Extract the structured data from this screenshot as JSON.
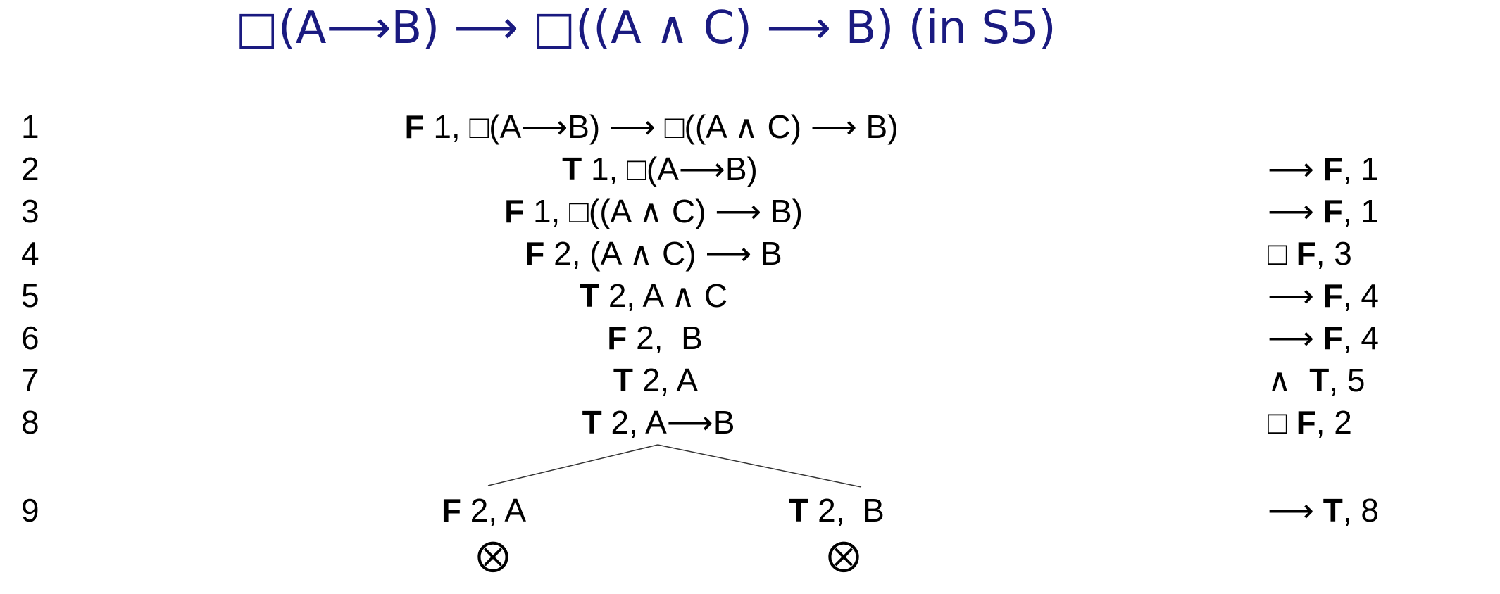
{
  "title": "□(A⟶B) ⟶ □((A ∧ C) ⟶ B) (in S5)",
  "rows": [
    {
      "num": "1",
      "sign": "F",
      "rest": " 1, □(A⟶B) ⟶ □((A ∧ C) ⟶ B)",
      "just_op": "",
      "just_sign": "",
      "just_ref": ""
    },
    {
      "num": "2",
      "sign": "T",
      "rest": " 1, □(A⟶B)",
      "just_op": "⟶ ",
      "just_sign": "F",
      "just_ref": ", 1"
    },
    {
      "num": "3",
      "sign": "F",
      "rest": " 1, □((A ∧ C) ⟶ B)",
      "just_op": "⟶ ",
      "just_sign": "F",
      "just_ref": ", 1"
    },
    {
      "num": "4",
      "sign": "F",
      "rest": " 2, (A ∧ C) ⟶ B",
      "just_op": "□ ",
      "just_sign": "F",
      "just_ref": ", 3"
    },
    {
      "num": "5",
      "sign": "T",
      "rest": " 2, A ∧ C",
      "just_op": "⟶ ",
      "just_sign": "F",
      "just_ref": ", 4"
    },
    {
      "num": "6",
      "sign": "F",
      "rest": " 2,  B",
      "just_op": "⟶ ",
      "just_sign": "F",
      "just_ref": ", 4"
    },
    {
      "num": "7",
      "sign": "T",
      "rest": " 2, A",
      "just_op": "∧  ",
      "just_sign": "T",
      "just_ref": ", 5"
    },
    {
      "num": "8",
      "sign": "T",
      "rest": " 2, A⟶B",
      "just_op": "□ ",
      "just_sign": "F",
      "just_ref": ", 2"
    }
  ],
  "branch_row": {
    "num": "9",
    "left": {
      "sign": "F",
      "rest": " 2, A",
      "closed": "⨂"
    },
    "right": {
      "sign": "T",
      "rest": " 2,  B",
      "closed": "⨂"
    },
    "just_op": "⟶ ",
    "just_sign": "T",
    "just_ref": ", 8"
  }
}
